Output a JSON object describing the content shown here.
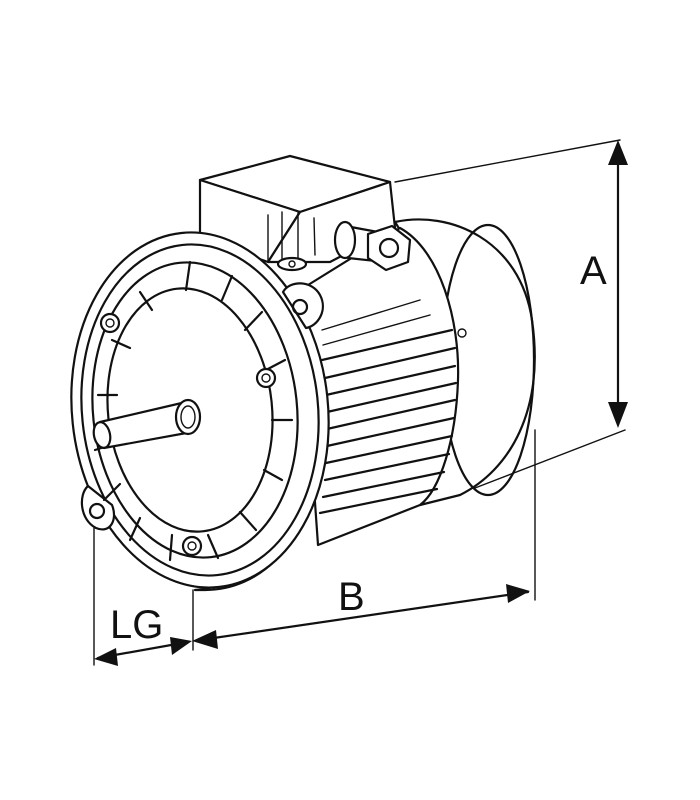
{
  "diagram": {
    "dimensions": {
      "height_label": "A",
      "length_label": "B",
      "flange_label": "LG"
    }
  }
}
